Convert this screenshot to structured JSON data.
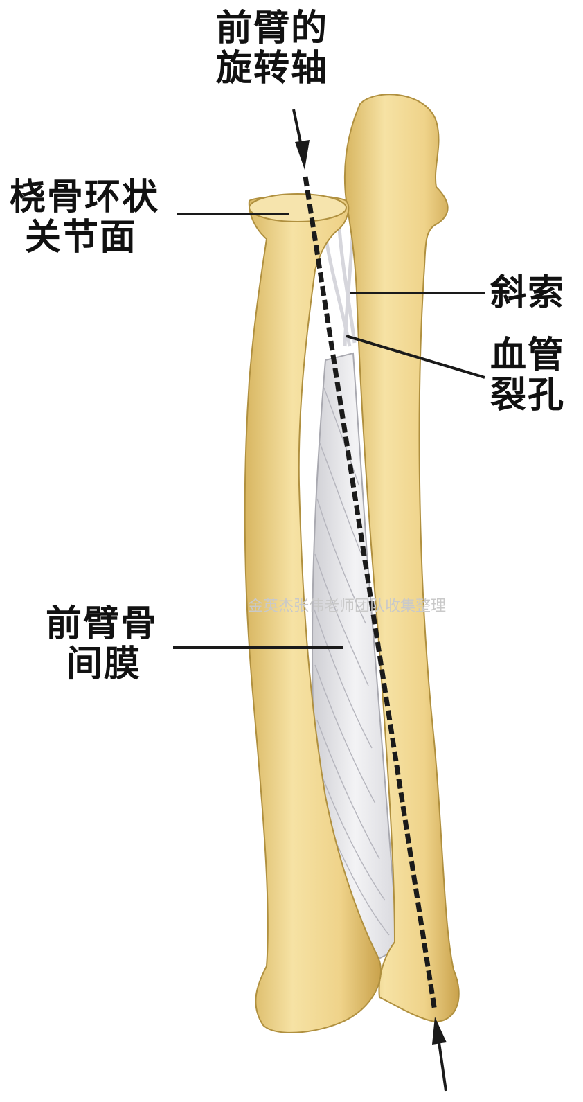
{
  "labels": {
    "axis": [
      "前臂的",
      "旋转轴"
    ],
    "radial_facet": [
      "桡骨环状",
      "关节面"
    ],
    "oblique_cord": [
      "斜索"
    ],
    "vascular_hiatus": [
      "血管",
      "裂孔"
    ],
    "interosseous_membrane": [
      "前臂骨",
      "间膜"
    ]
  },
  "watermark": "金英杰张伟老师团队收集整理",
  "colors": {
    "bone": "#f0d690",
    "bone_shadow": "#cfae58",
    "membrane": "#e6e6ea",
    "line": "#1a1a1a"
  }
}
